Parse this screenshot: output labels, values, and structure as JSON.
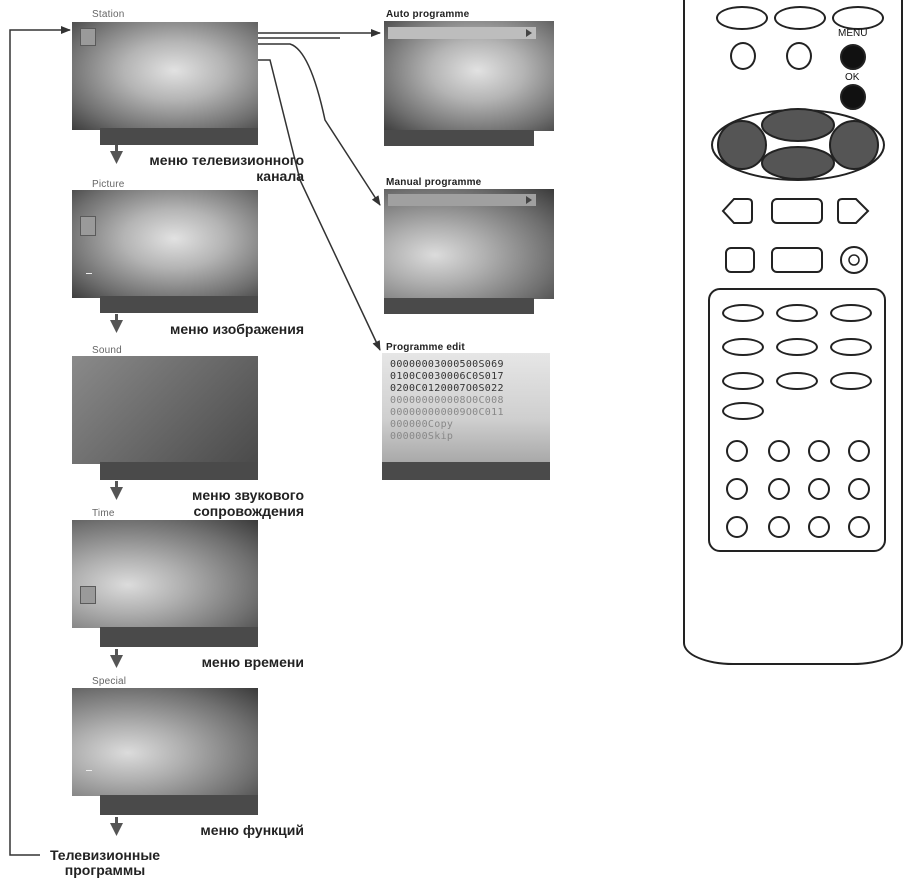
{
  "screens": {
    "station": {
      "title": "Station"
    },
    "picture": {
      "title": "Picture"
    },
    "sound": {
      "title": "Sound"
    },
    "time": {
      "title": "Time"
    },
    "special": {
      "title": "Special"
    },
    "auto_programme": {
      "title": "Auto programme"
    },
    "manual_programme": {
      "title": "Manual programme"
    },
    "programme_edit": {
      "title": "Programme edit",
      "rows": [
        "00000003000500S069",
        "0100C0030006C0S017",
        "0200C0120007O0S022",
        "000000000008O0C008",
        "000000000009O0C011",
        "000000Copy",
        "000000Skip"
      ]
    }
  },
  "captions": {
    "station_line1": "меню телевизионного",
    "station_line2": "канала",
    "picture": "меню изображения",
    "sound_line1": "меню звукового",
    "sound_line2": "сопровождения",
    "time": "меню времени",
    "special": "меню функций",
    "tv_programs_line1": "Телевизионные",
    "tv_programs_line2": "программы"
  },
  "remote": {
    "menu_label": "MENU",
    "ok_label": "OK"
  },
  "colors": {
    "line": "#222222",
    "screen_dark": "#3d3d3d",
    "screen_light": "#e2e2e2"
  }
}
